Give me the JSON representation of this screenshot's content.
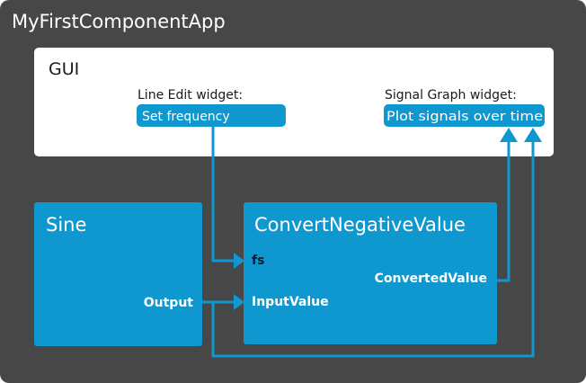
{
  "app": {
    "title": "MyFirstComponentApp"
  },
  "gui": {
    "title": "GUI",
    "line_edit": {
      "caption": "Line Edit widget:",
      "label": "Set frequency"
    },
    "signal_graph": {
      "caption": "Signal Graph widget:",
      "label": "Plot signals over time"
    }
  },
  "sine": {
    "title": "Sine",
    "output_port": "Output"
  },
  "convert": {
    "title": "ConvertNegativeValue",
    "fs_port": "fs",
    "input_port": "InputValue",
    "output_port": "ConvertedValue"
  },
  "colors": {
    "app_background": "#474747",
    "gui_background": "#ffffff",
    "component_blue": "#0f97cf",
    "connection_blue": "#0f97cf",
    "title_text": "#ffffff",
    "caption_text": "#1a1a1a",
    "port_dark_text": "#111c2e"
  }
}
